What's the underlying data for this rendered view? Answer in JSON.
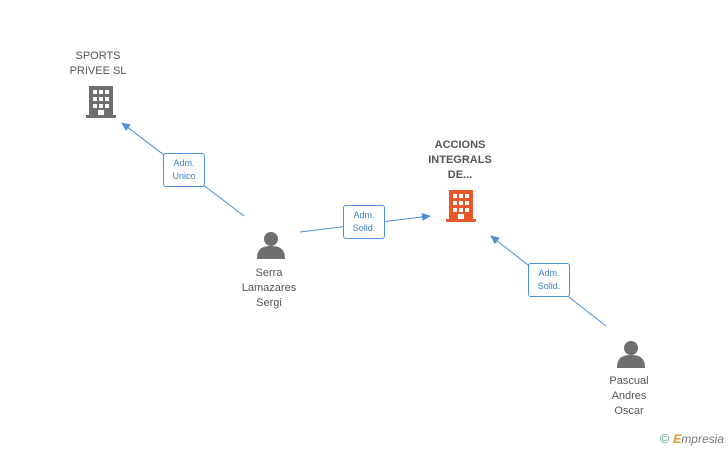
{
  "nodes": {
    "sports_privee": {
      "label": "SPORTS\nPRIVEE SL",
      "type": "company",
      "color": "#6f6f6f"
    },
    "accions_integrals": {
      "label": "ACCIONS\nINTEGRALS\nDE...",
      "type": "company",
      "color": "#e8582a"
    },
    "serra_lamazares": {
      "label": "Serra\nLamazares\nSergi",
      "type": "person",
      "color": "#6f6f6f"
    },
    "pascual_andres": {
      "label": "Pascual\nAndres\nOscar",
      "type": "person",
      "color": "#6f6f6f"
    }
  },
  "edges": {
    "serra_to_sports": {
      "line1": "Adm.",
      "line2": "Unico"
    },
    "serra_to_accions": {
      "line1": "Adm.",
      "line2": "Solid."
    },
    "pascual_to_accions": {
      "line1": "Adm.",
      "line2": "Solid."
    }
  },
  "colors": {
    "edge": "#4a8fd8",
    "icon_gray": "#6f6f6f",
    "icon_orange": "#e8582a"
  },
  "watermark": {
    "symbol": "©",
    "initial": "E",
    "rest": "mpresia"
  }
}
